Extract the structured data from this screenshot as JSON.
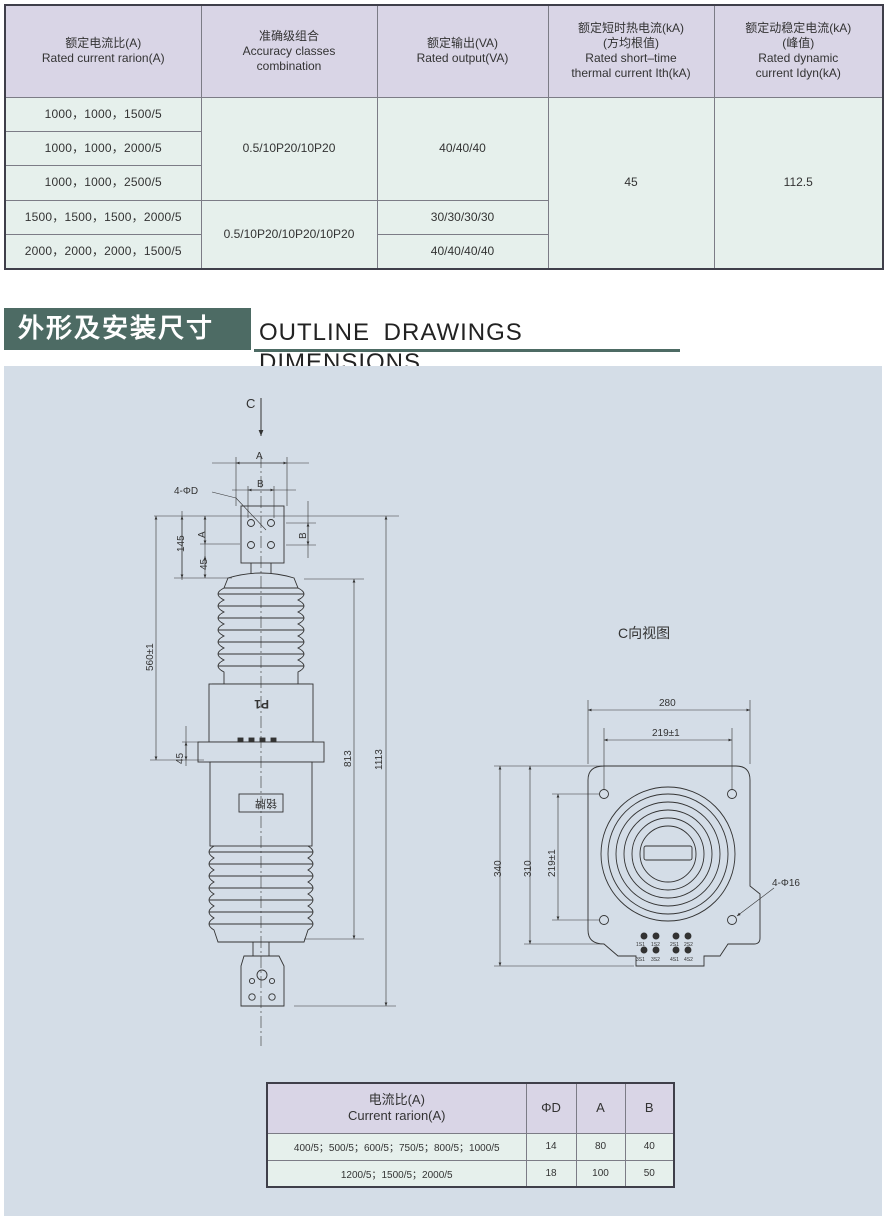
{
  "spec_table": {
    "headers": [
      {
        "cn": "额定电流比(A)",
        "en": [
          "Rated current rarion(A)"
        ]
      },
      {
        "cn": "准确级组合",
        "en": [
          "Accuracy classes",
          "combination"
        ]
      },
      {
        "cn": "额定输出(VA)",
        "en": [
          "Rated output(VA)"
        ]
      },
      {
        "cn": "额定短时热电流(kA)",
        "cn2": "(方均根值)",
        "en": [
          "Rated short–time",
          "thermal current Ith(kA)"
        ]
      },
      {
        "cn": "额定动稳定电流(kA)",
        "cn2": "(峰值)",
        "en": [
          "Rated dynamic",
          "current Idyn(kA)"
        ]
      }
    ],
    "ratios": [
      "1000，1000，1500/5",
      "1000，1000，2000/5",
      "1000，1000，2500/5",
      "1500，1500，1500，2000/5",
      "2000，2000，2000，1500/5"
    ],
    "accuracy": [
      "0.5/10P20/10P20",
      "0.5/10P20/10P20/10P20"
    ],
    "output": [
      "40/40/40",
      "30/30/30/30",
      "40/40/40/40"
    ],
    "thermal": "45",
    "dynamic": "112.5"
  },
  "section": {
    "title_cn": "外形及安装尺寸",
    "title_en": "OUTLINE DRAWINGS DIMENSIONS"
  },
  "drawing": {
    "c_label": "C",
    "dim_A": "A",
    "dim_B": "B",
    "hole_label": "4-ΦD",
    "dim_145": "145",
    "dim_45_top": "45",
    "dim_560": "560±1",
    "dim_45_mid": "45",
    "dim_813": "813",
    "dim_1113": "1113",
    "p1_label": "P1",
    "nameplate": "铭牌",
    "view_title": "C向视图",
    "dim_280": "280",
    "dim_219h": "219±1",
    "dim_340": "340",
    "dim_310": "310",
    "dim_219v": "219±1",
    "hole_16": "4-Φ16",
    "terminals_top": [
      "1S1",
      "1S2",
      "2S1",
      "2S2"
    ],
    "terminals_bottom": [
      "3S1",
      "3S2",
      "4S1",
      "4S2"
    ]
  },
  "dim_table": {
    "header_cn": "电流比(A)",
    "header_en": "Current rarion(A)",
    "col_d": "ΦD",
    "col_a": "A",
    "col_b": "B",
    "rows": [
      {
        "ratio": "400/5；500/5；600/5；750/5；800/5；1000/5",
        "d": "14",
        "a": "80",
        "b": "40"
      },
      {
        "ratio": "1200/5；1500/5；2000/5",
        "d": "18",
        "a": "100",
        "b": "50"
      }
    ]
  }
}
